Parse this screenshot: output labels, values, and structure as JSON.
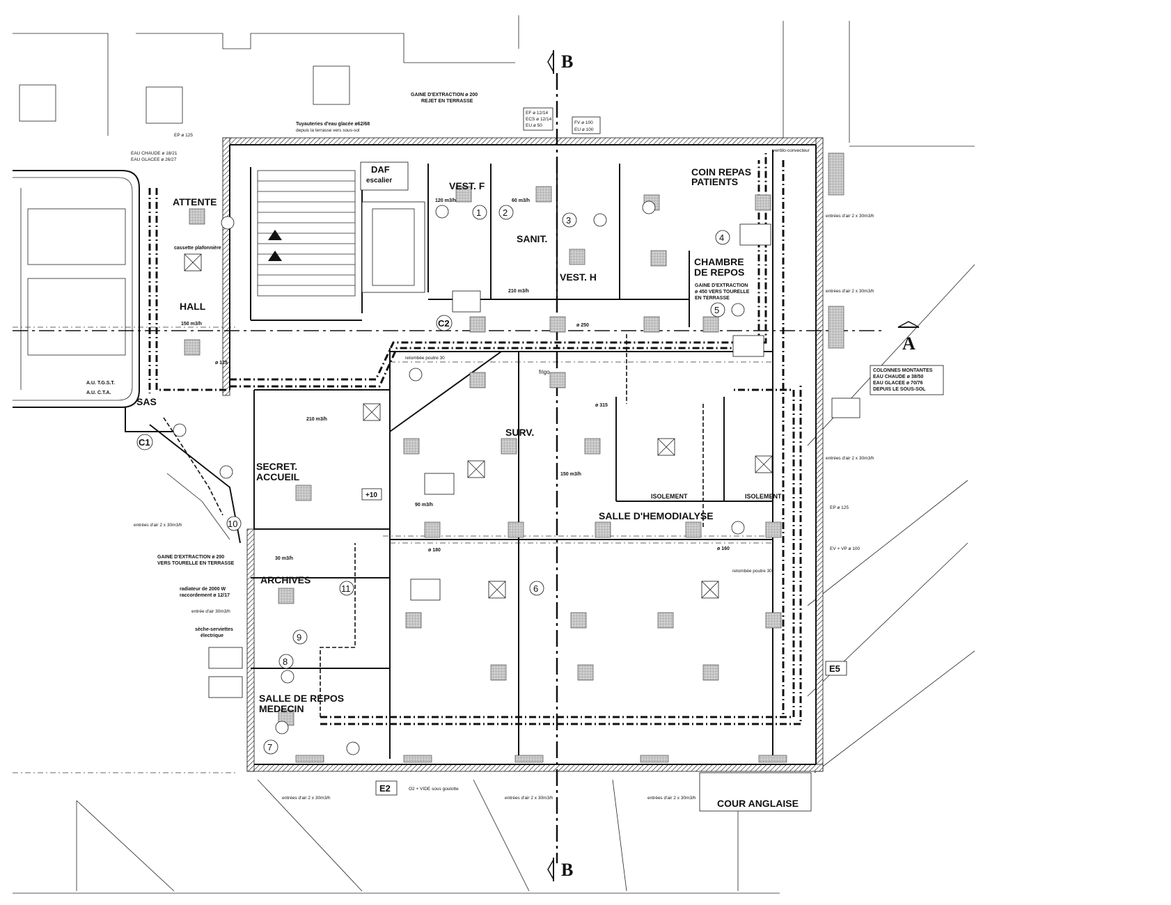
{
  "rooms": {
    "attente": "ATTENTE",
    "hall": "HALL",
    "sas": "SAS",
    "secret_accueil_1": "SECRET.",
    "secret_accueil_2": "ACCUEIL",
    "archives": "ARCHIVES",
    "salle_repos_medecin_1": "SALLE DE REPOS",
    "salle_repos_medecin_2": "MEDECIN",
    "vest_f": "VEST. F",
    "vest_h": "VEST. H",
    "sanit": "SANIT.",
    "coin_repas_1": "COIN REPAS",
    "coin_repas_2": "PATIENTS",
    "chambre_repos_1": "CHAMBRE",
    "chambre_repos_2": "DE REPOS",
    "surv": "SURV.",
    "salle_hemodialyse": "SALLE D'HEMODIALYSE",
    "isolement_1": "ISOLEMENT",
    "isolement_2": "ISOLEMENT",
    "cour_anglaise": "COUR ANGLAISE",
    "daf_1": "DAF",
    "daf_2": "escalier",
    "frigo": "frigo"
  },
  "room_numbers": [
    "1",
    "2",
    "3",
    "4",
    "5",
    "6",
    "7",
    "8",
    "9",
    "10",
    "11"
  ],
  "circulation_labels": {
    "c1": "C1",
    "c2": "C2",
    "e2": "E2",
    "e5": "E5"
  },
  "section_marks": {
    "b_top": "B",
    "b_bottom": "B",
    "a": "A"
  },
  "notes": {
    "gaine_top_1": "GAINE D'EXTRACTION ø 200",
    "gaine_top_2": "REJET EN TERRASSE",
    "tuyauteries_1": "Tuyauteries d'eau glacée ø62/68",
    "tuyauteries_2": "depuis la terrasse vers sous-sol",
    "ep125_a": "EP ø 125",
    "eau_attente_1": "EAU CHAUDE ø 18/21",
    "eau_attente_2": "EAU GLACEE ø 26/27",
    "ef_top": "EF ø 12/14",
    "ecs_top": "ECS ø 12/14",
    "eu_top": "EU ø 50",
    "fv_top": "FV ø 100",
    "eu100_top": "EU ø 100",
    "colonnes_1": "COLONNES MONTANTES",
    "colonnes_2": "EAU CHAUDE ø 38/50",
    "colonnes_3": "EAU GLACEE ø 70/76",
    "colonnes_4": "DEPUIS LE SOUS-SOL",
    "gaine_chambre_1": "GAINE D'EXTRACTION",
    "gaine_chambre_2": "ø 450 VERS TOURELLE",
    "gaine_chambre_3": "EN TERRASSE",
    "gaine_archives_1": "GAINE D'EXTRACTION ø 200",
    "gaine_archives_2": "VERS TOURELLE EN TERRASSE",
    "radiateur_2000_1": "radiateur de 2000 W",
    "radiateur_2000_2": "raccordement ø 12/17",
    "seche_1": "sèche-serviettes",
    "seche_2": "électrique",
    "entree_air_left": "entrées d'air 2 x 30m3/h",
    "entree_air_archives": "entrée d'air 30m3/h",
    "entree_air_r1": "entrées d'air 2 x 30m3/h",
    "entree_air_r2": "entrées d'air 2 x 30m3/h",
    "entree_air_r3": "entrées d'air 2 x 30m3/h",
    "entree_air_b1": "entrées d'air 2 x 30m3/h",
    "entree_air_b2": "entrées d'air 2 x 30m3/h",
    "entree_air_b3": "entrées d'air 2 x 30m3/h",
    "retombee_1": "retombée poutre 30",
    "retombee_2": "retombée poutre 30",
    "ventilo_top": "ventilo-convecteur",
    "cassette": "cassette plafonnière",
    "au_tgst": "A.U. T.G.S.T.",
    "au_cta": "A.U. C.T.A.",
    "ev_vp": "EV + VP ø 100",
    "ep125_r": "EP ø 125",
    "o2_vide": "O2 + VIDE sous goulotte",
    "flow_150": "150 m3/h",
    "flow_120": "120 m3/h",
    "flow_60": "60 m3/h",
    "flow_90": "90 m3/h",
    "flow_210": "210 m3/h",
    "flow_30": "30 m3/h",
    "dia_125": "ø 125",
    "dia_160": "ø 160",
    "dia_250": "ø 250",
    "dia_315": "ø 315",
    "dia_180": "ø 180",
    "plus10": "+10"
  }
}
